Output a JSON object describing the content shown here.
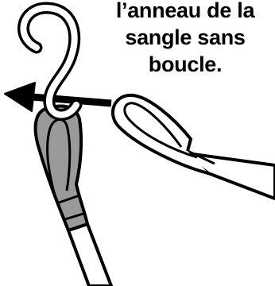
{
  "caption": {
    "line1": "l’anneau de la",
    "line2": "sangle sans",
    "line3": "boucle."
  },
  "colors": {
    "outline": "#000000",
    "strap_fill": "#ffffff",
    "strap_end_fill": "#9a9a9a",
    "hook_fill": "#ffffff"
  },
  "icons": {
    "hook": "s-hook-icon",
    "arrow": "pull-direction-arrow-icon"
  }
}
